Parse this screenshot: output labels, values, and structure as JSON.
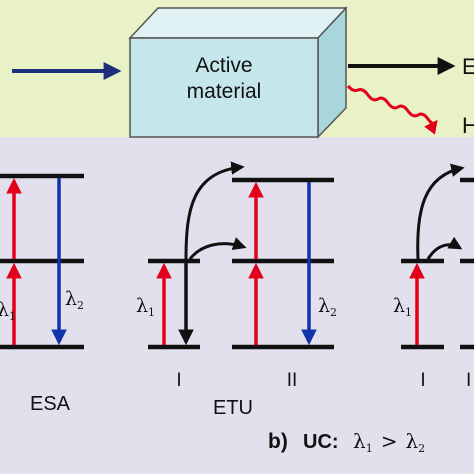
{
  "top_panel": {
    "box_text_line1": "Active",
    "box_text_line2": "material",
    "output_label_1": "E",
    "output_label_2": "H"
  },
  "esa": {
    "lambda1": "λ",
    "lambda1_sub": "1",
    "lambda2": "λ",
    "lambda2_sub": "2",
    "label": "ESA"
  },
  "etu": {
    "ion1_label": "I",
    "ion2_label": "II",
    "lambda1": "λ",
    "lambda1_sub": "1",
    "lambda2": "λ",
    "lambda2_sub": "2",
    "label": "ETU"
  },
  "right": {
    "ion1_label": "I",
    "ion2_label": "I",
    "lambda1": "λ",
    "lambda1_sub": "1"
  },
  "caption": {
    "panel_letter": "b)",
    "uc": "UC:",
    "lambda_a": "λ",
    "lambda_a_sub": "1",
    "gt": ">",
    "lambda_b": "λ",
    "lambda_b_sub": "2"
  },
  "colors": {
    "top_bg": "#e8f2c6",
    "bottom_bg": "#e3e0ee",
    "box_front": "#c5e7ec",
    "box_top": "#dff1f3",
    "box_side": "#a9d6dd",
    "navy": "#1d2f7a",
    "red": "#e3001b",
    "blue": "#1133aa",
    "black": "#111111"
  }
}
